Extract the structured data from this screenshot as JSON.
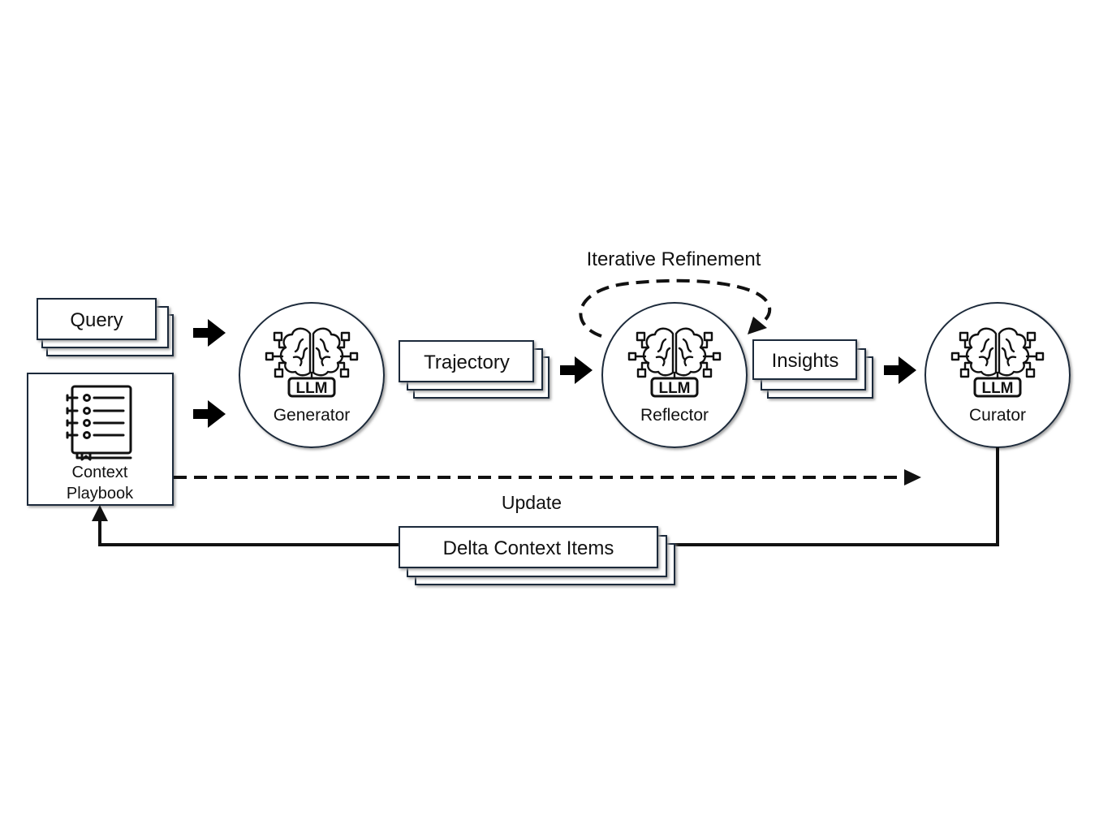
{
  "labels": {
    "iterative_refinement": "Iterative Refinement",
    "query": "Query",
    "trajectory": "Trajectory",
    "insights": "Insights",
    "context": "Context",
    "playbook": "Playbook",
    "update": "Update",
    "delta_context_items": "Delta Context Items"
  },
  "agents": {
    "generator": {
      "name": "Generator",
      "badge": "LLM"
    },
    "reflector": {
      "name": "Reflector",
      "badge": "LLM"
    },
    "curator": {
      "name": "Curator",
      "badge": "LLM"
    }
  },
  "colors": {
    "box_border": "#1c2b3b",
    "ink": "#111111",
    "shadow": "#b0b0b0"
  },
  "icons": [
    "brain-chip-icon",
    "notebook-icon",
    "right-arrow-icon"
  ]
}
